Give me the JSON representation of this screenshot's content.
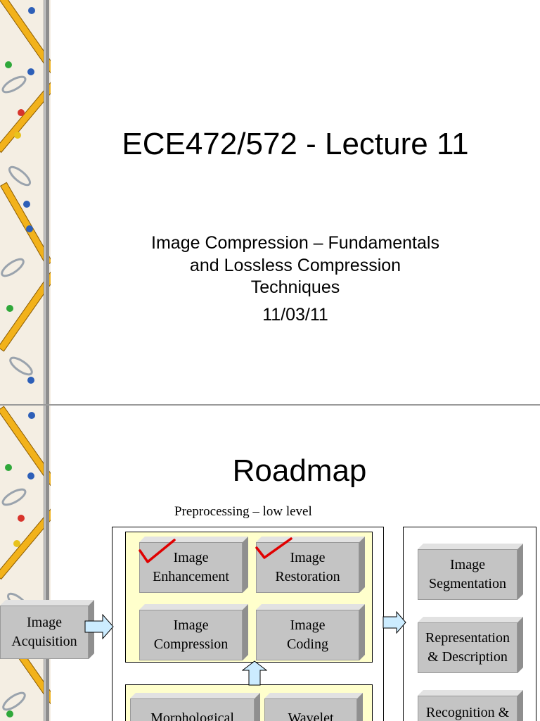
{
  "slide1": {
    "title": "ECE472/572 - Lecture 11",
    "subtitle_lines": [
      "Image Compression – Fundamentals",
      "and Lossless Compression",
      "Techniques"
    ],
    "date": "11/03/11"
  },
  "slide2": {
    "title": "Roadmap",
    "caption": "Preprocessing – low level",
    "boxes": {
      "acquisition": "Image\nAcquisition",
      "enhancement": "Image\nEnhancement",
      "restoration": "Image\nRestoration",
      "compression": "Image\nCompression",
      "coding": "Image\nCoding",
      "morphological": "Morphological",
      "wavelet": "Wavelet",
      "segmentation": "Image\nSegmentation",
      "representation": "Representation\n& Description",
      "recognition": "Recognition &"
    }
  },
  "colors": {
    "box_face": "#c4c4c4",
    "yellow_panel": "#ffffcc",
    "arrow_fill": "#ccecff",
    "check_red": "#e00000"
  }
}
